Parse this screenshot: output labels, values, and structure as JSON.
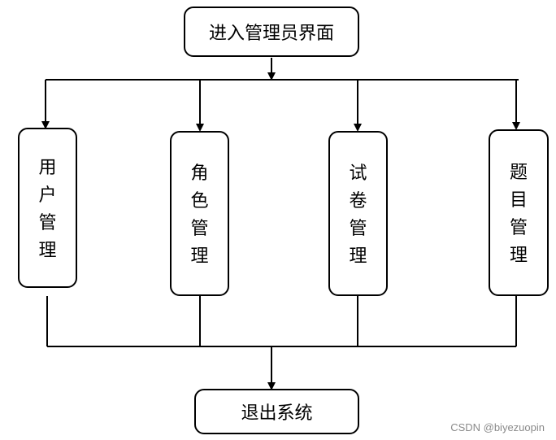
{
  "top_box": {
    "label": "进入管理员界面"
  },
  "modules": [
    {
      "label": "用户管理"
    },
    {
      "label": "角色管理"
    },
    {
      "label": "试卷管理"
    },
    {
      "label": "题目管理"
    }
  ],
  "bottom_box": {
    "label": "退出系统"
  },
  "watermark": "CSDN @biyezuopin"
}
